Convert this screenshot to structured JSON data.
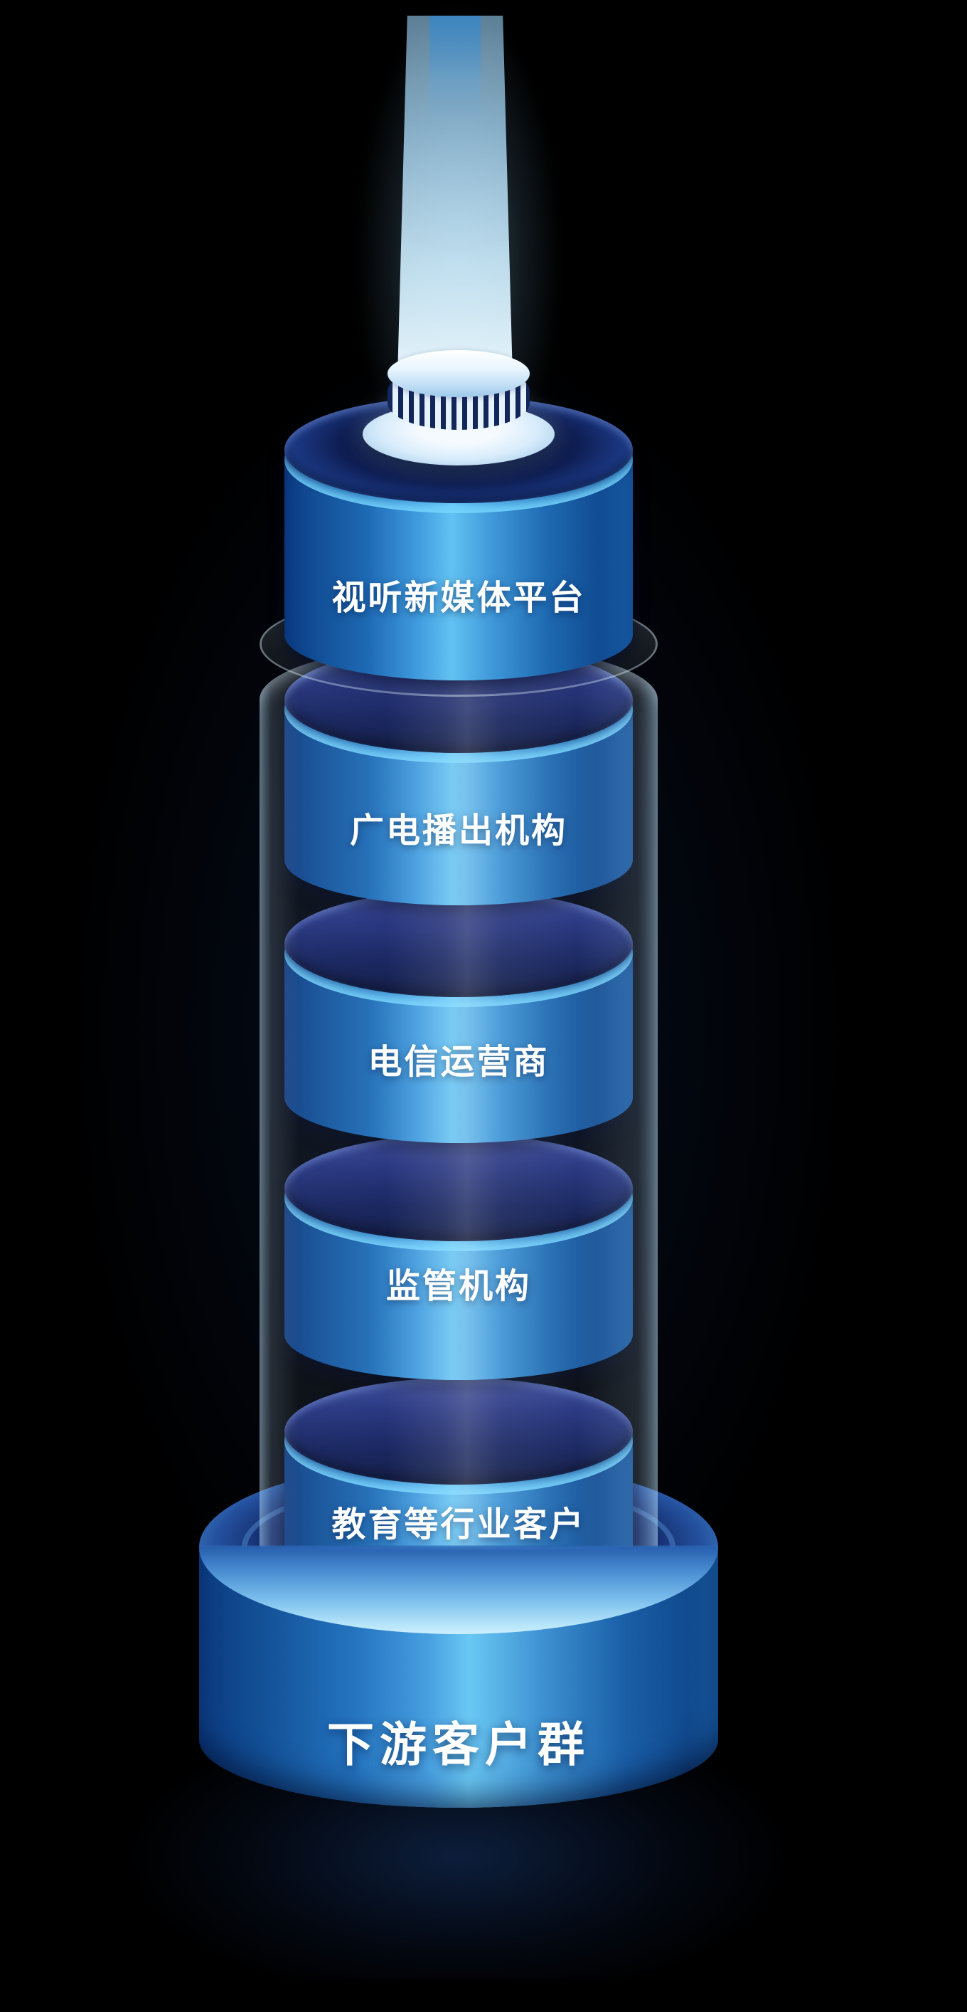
{
  "diagram": {
    "segments": [
      {
        "label": "视听新媒体平台"
      },
      {
        "label": "广电播出机构"
      },
      {
        "label": "电信运营商"
      },
      {
        "label": "监管机构"
      },
      {
        "label": "教育等行业客户"
      }
    ],
    "base": {
      "label": "下游客户群"
    },
    "colors": {
      "background": "#000000",
      "cylinder_body_dark": "#0c3a82",
      "cylinder_body_highlight": "#62c2f2",
      "cylinder_top_ellipse": "#0b153f",
      "base_rim_light": "#bfe8fc",
      "beam_light": "#f0fbff",
      "glass_tube": "rgba(220,242,255,0.15)",
      "text": "#ffffff"
    }
  }
}
